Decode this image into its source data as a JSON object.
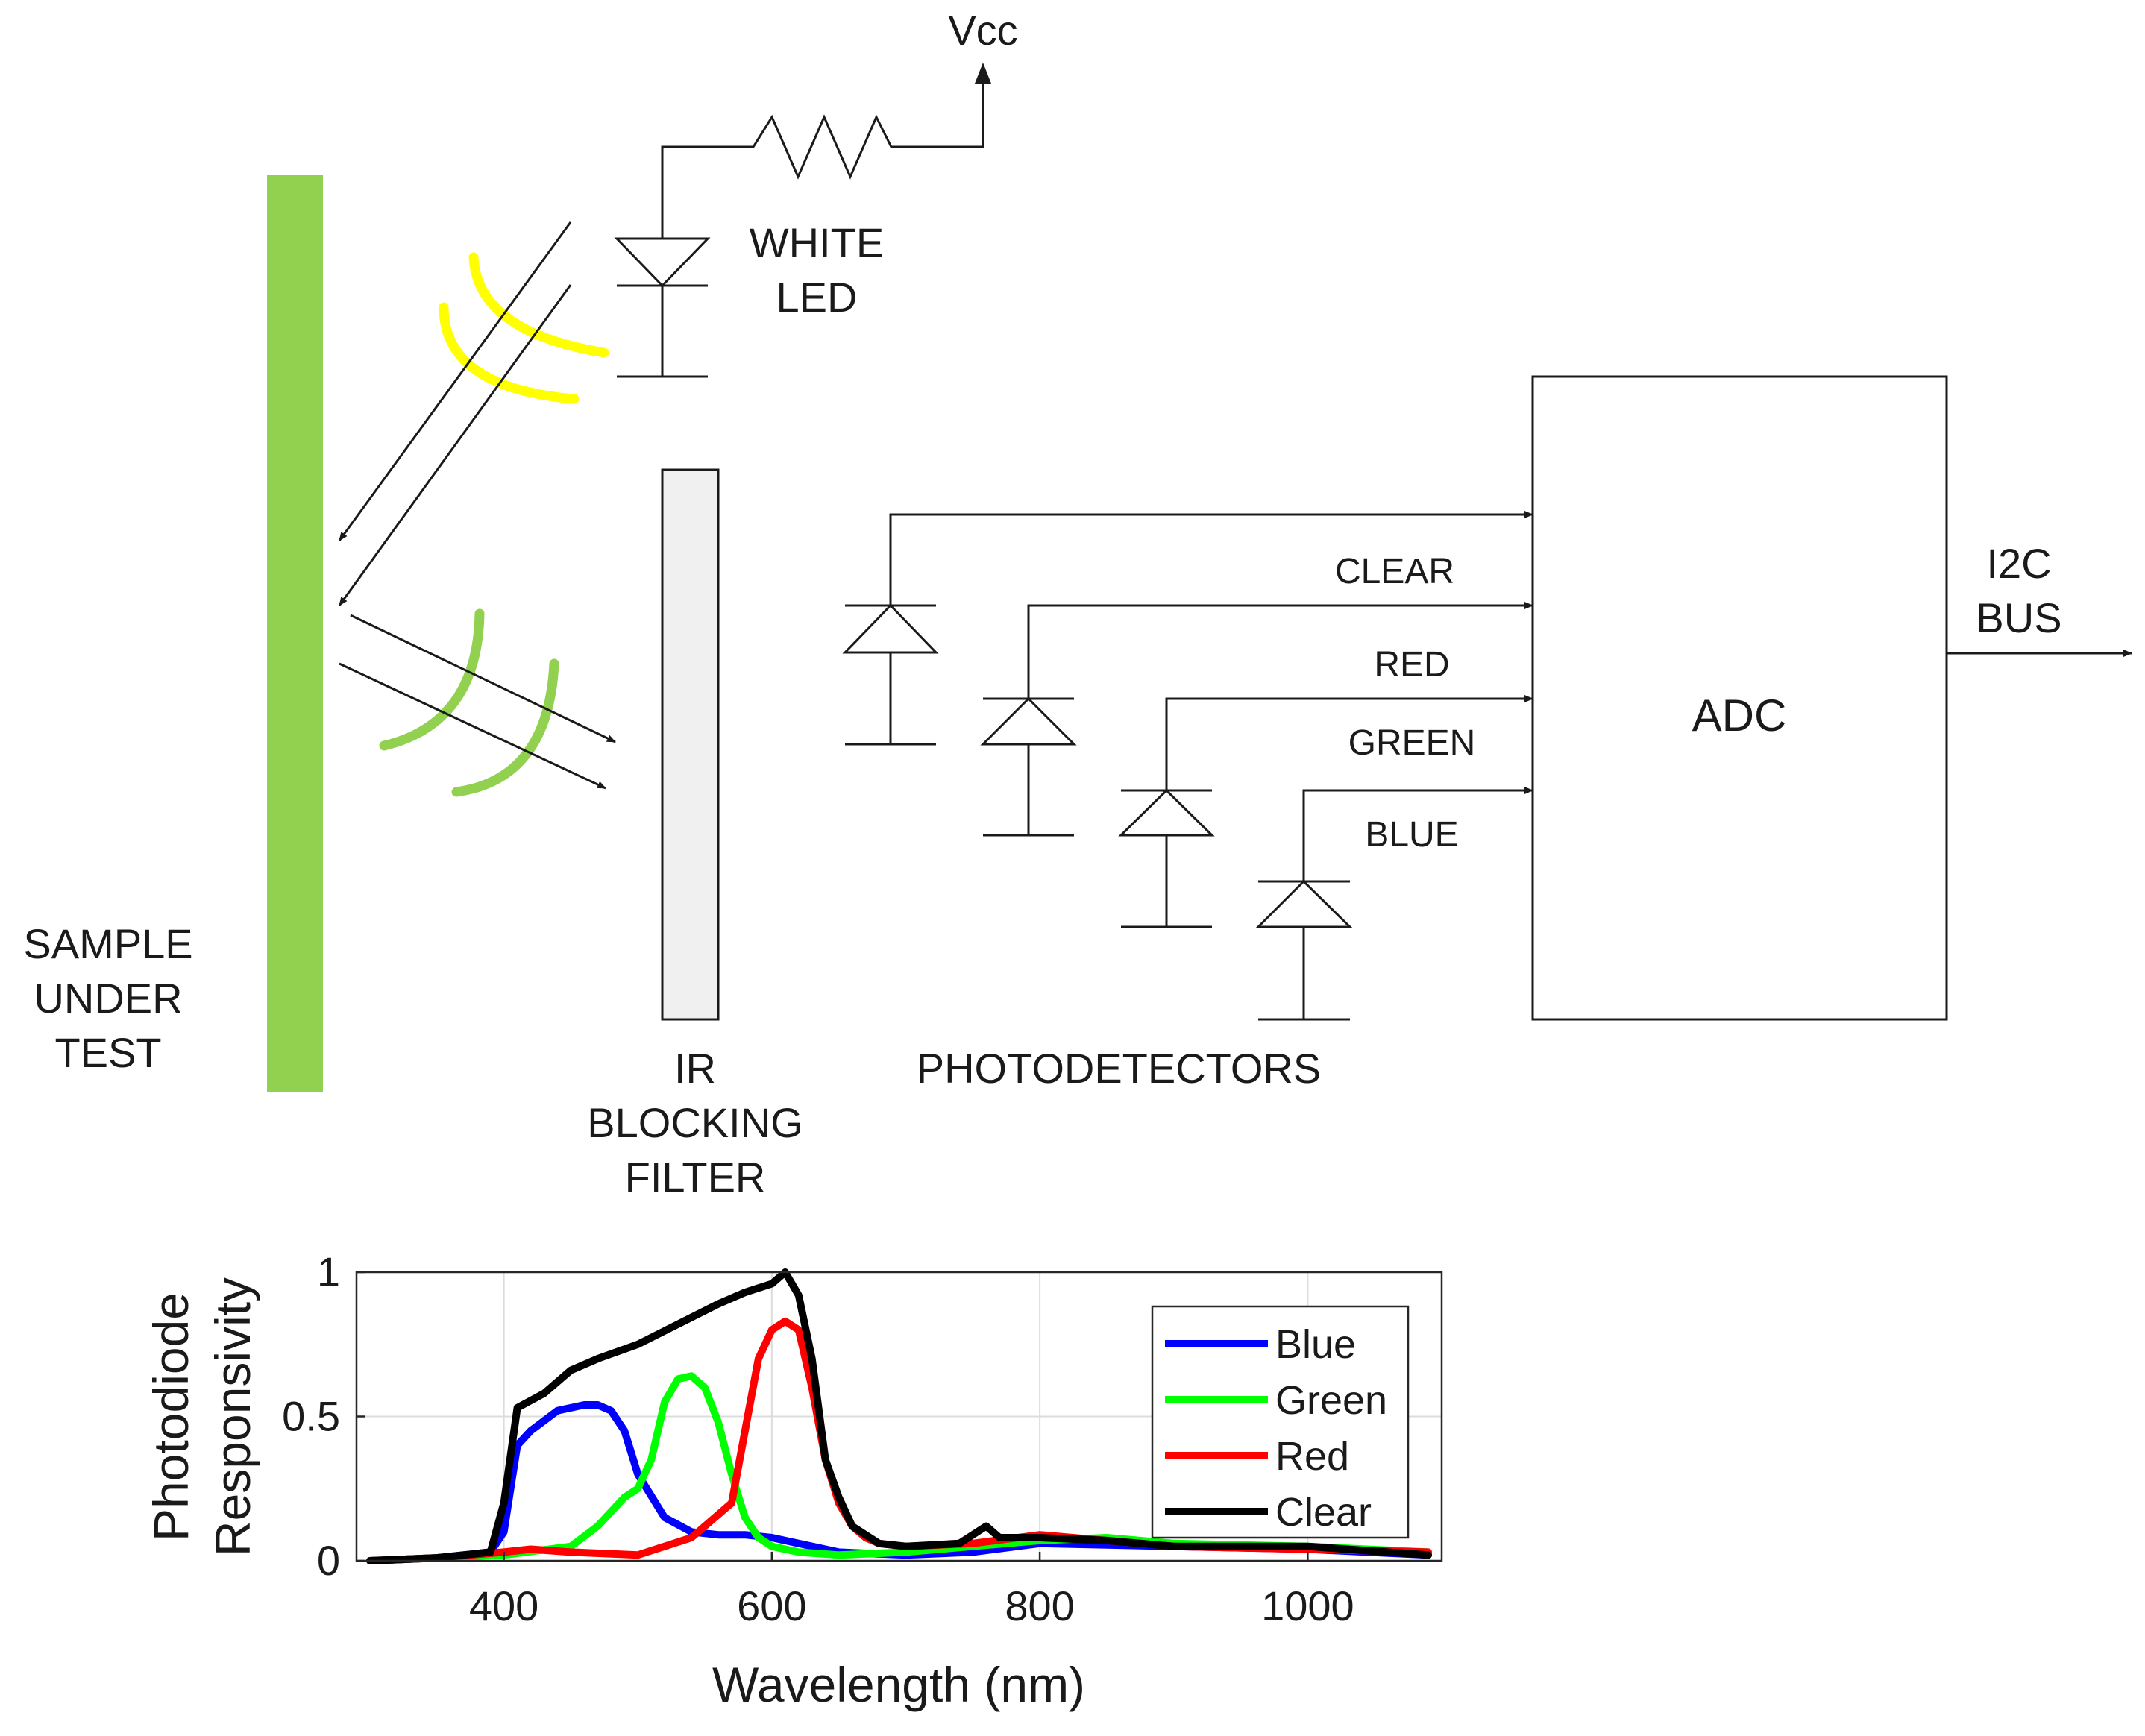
{
  "diagram": {
    "vcc_label": "Vcc",
    "led_label": [
      "WHITE",
      "LED"
    ],
    "sample_label": [
      "SAMPLE",
      "UNDER",
      "TEST"
    ],
    "filter_label": [
      "IR",
      "BLOCKING",
      "FILTER"
    ],
    "photodetectors_label": "PHOTODETECTORS",
    "adc_label": "ADC",
    "bus_label": [
      "I2C",
      "BUS"
    ],
    "channels": [
      "CLEAR",
      "RED",
      "GREEN",
      "BLUE"
    ],
    "colors": {
      "sample": "#92d050",
      "filter": "#f0f0f0",
      "emitted_light": "#ffff00",
      "reflected_light": "#92d050"
    }
  },
  "chart_data": {
    "type": "line",
    "xlabel": "Wavelength (nm)",
    "ylabel": [
      "Photodiode",
      "Responsivity"
    ],
    "xlim": [
      290,
      1100
    ],
    "ylim": [
      0,
      1
    ],
    "xticks": [
      400,
      600,
      800,
      1000
    ],
    "yticks": [
      0,
      0.5,
      1
    ],
    "yticklabels": [
      "0",
      "0.5",
      "1"
    ],
    "grid": true,
    "legend": "top-right",
    "series": [
      {
        "name": "Blue",
        "color": "#0000ff",
        "x": [
          300,
          350,
          390,
          400,
          410,
          420,
          440,
          460,
          470,
          480,
          490,
          500,
          520,
          540,
          560,
          580,
          600,
          620,
          650,
          700,
          750,
          800,
          900,
          1000,
          1090
        ],
        "y": [
          0.0,
          0.01,
          0.03,
          0.1,
          0.4,
          0.45,
          0.52,
          0.54,
          0.54,
          0.52,
          0.45,
          0.3,
          0.15,
          0.1,
          0.09,
          0.09,
          0.08,
          0.06,
          0.03,
          0.02,
          0.03,
          0.06,
          0.05,
          0.04,
          0.02
        ]
      },
      {
        "name": "Green",
        "color": "#00ff00",
        "x": [
          300,
          350,
          400,
          450,
          470,
          490,
          500,
          510,
          520,
          530,
          540,
          550,
          560,
          570,
          580,
          590,
          600,
          620,
          650,
          700,
          750,
          800,
          850,
          900,
          1000,
          1090
        ],
        "y": [
          0.0,
          0.01,
          0.02,
          0.05,
          0.12,
          0.22,
          0.25,
          0.35,
          0.55,
          0.63,
          0.64,
          0.6,
          0.48,
          0.3,
          0.15,
          0.08,
          0.05,
          0.03,
          0.02,
          0.03,
          0.05,
          0.07,
          0.08,
          0.06,
          0.05,
          0.03
        ]
      },
      {
        "name": "Red",
        "color": "#ff0000",
        "x": [
          300,
          350,
          400,
          420,
          450,
          500,
          540,
          570,
          580,
          590,
          600,
          610,
          620,
          630,
          640,
          650,
          660,
          670,
          680,
          700,
          750,
          800,
          900,
          1000,
          1090
        ],
        "y": [
          0.0,
          0.01,
          0.03,
          0.04,
          0.03,
          0.02,
          0.08,
          0.2,
          0.45,
          0.7,
          0.8,
          0.83,
          0.8,
          0.6,
          0.35,
          0.2,
          0.12,
          0.08,
          0.06,
          0.05,
          0.06,
          0.09,
          0.05,
          0.04,
          0.03
        ]
      },
      {
        "name": "Clear",
        "color": "#000000",
        "x": [
          300,
          350,
          390,
          400,
          410,
          430,
          450,
          470,
          500,
          530,
          560,
          580,
          600,
          610,
          620,
          630,
          640,
          650,
          660,
          680,
          700,
          740,
          760,
          770,
          800,
          850,
          900,
          1000,
          1090
        ],
        "y": [
          0.0,
          0.01,
          0.03,
          0.2,
          0.53,
          0.58,
          0.66,
          0.7,
          0.75,
          0.82,
          0.89,
          0.93,
          0.96,
          1.0,
          0.92,
          0.7,
          0.35,
          0.22,
          0.12,
          0.06,
          0.05,
          0.06,
          0.12,
          0.08,
          0.08,
          0.07,
          0.05,
          0.05,
          0.02
        ]
      }
    ]
  }
}
